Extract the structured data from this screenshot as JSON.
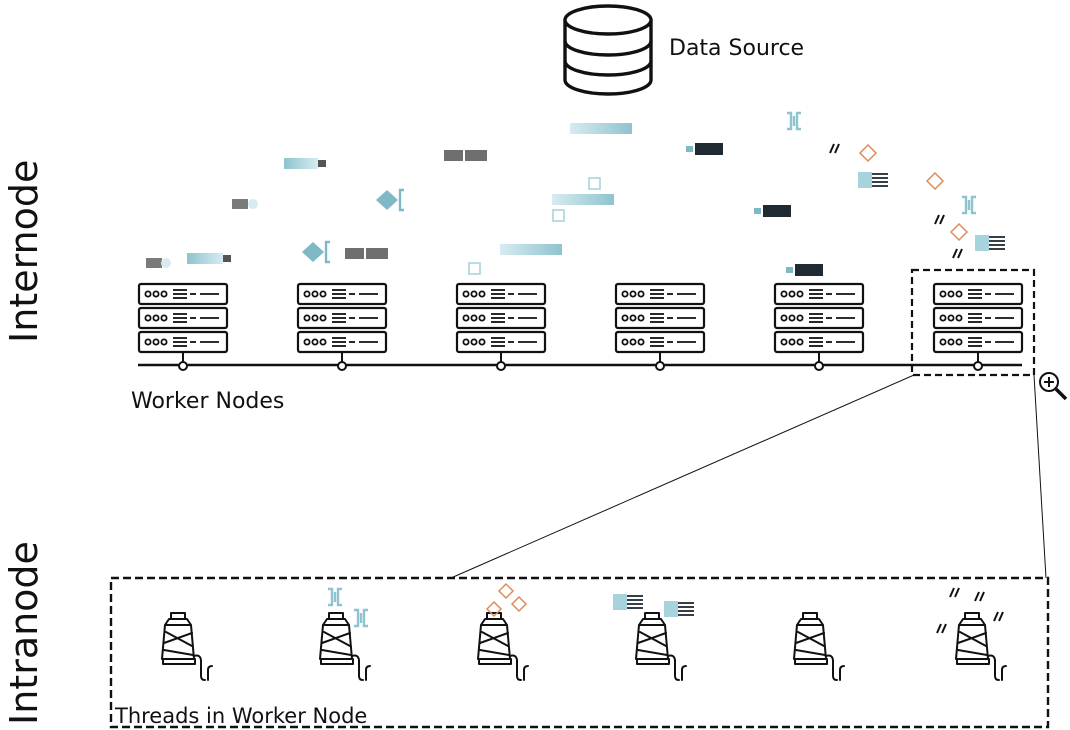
{
  "labels": {
    "data_source": "Data Source",
    "internode": "Internode",
    "intranode": "Intranode",
    "worker_nodes": "Worker Nodes",
    "threads": "Threads in Worker Node"
  },
  "icons": {
    "database": "database-icon",
    "server": "server-rack-icon",
    "thread": "thread-spool-icon",
    "zoom": "zoom-in-icon"
  },
  "colors": {
    "teal": "#7fb9c6",
    "teal_light": "#a9d3dc",
    "gray": "#7a7a7a",
    "dark": "#1f2a33",
    "orange": "#e08a5a",
    "line": "#111111"
  },
  "worker_node_count": 6,
  "thread_count": 6
}
